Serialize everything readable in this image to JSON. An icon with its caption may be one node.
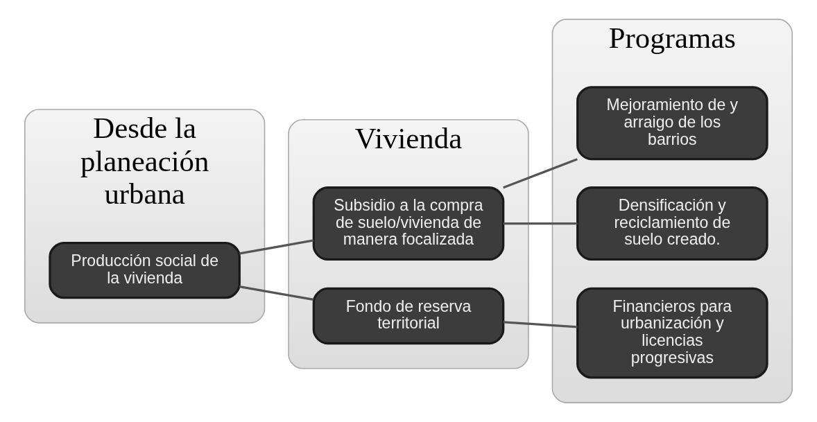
{
  "diagram": {
    "nodes": [
      {
        "text": [
          "Desde la planeación urbana"
        ]
      },
      {
        "text": [
          "Producción social de la vivienda"
        ],
        "in": 0
      },
      {
        "text": [
          "Vivienda"
        ]
      },
      {
        "text": [
          "Subsidio a la compra de suelo/vivienda de manera focalizada"
        ],
        "in": 2
      },
      {
        "text": [
          "Fondo de reserva territorial"
        ],
        "in": 2
      },
      {
        "text": [
          "Programas"
        ]
      },
      {
        "text": [
          "Mejoramiento de y arraigo de los barrios"
        ],
        "in": 5
      },
      {
        "text": [
          "Densificación y reciclamiento de suelo creado."
        ],
        "in": 5
      },
      {
        "text": [
          "Financieros para urbanización y licencias progresivas"
        ],
        "in": 5
      }
    ],
    "edges": [
      {
        "from": 1,
        "to": 3,
        "arrow": "none"
      },
      {
        "from": 1,
        "to": 4,
        "arrow": "none"
      },
      {
        "from": 3,
        "to": 6,
        "arrow": "none"
      },
      {
        "from": 3,
        "to": 7,
        "arrow": "none"
      },
      {
        "from": 4,
        "to": 8,
        "arrow": "none"
      }
    ]
  }
}
